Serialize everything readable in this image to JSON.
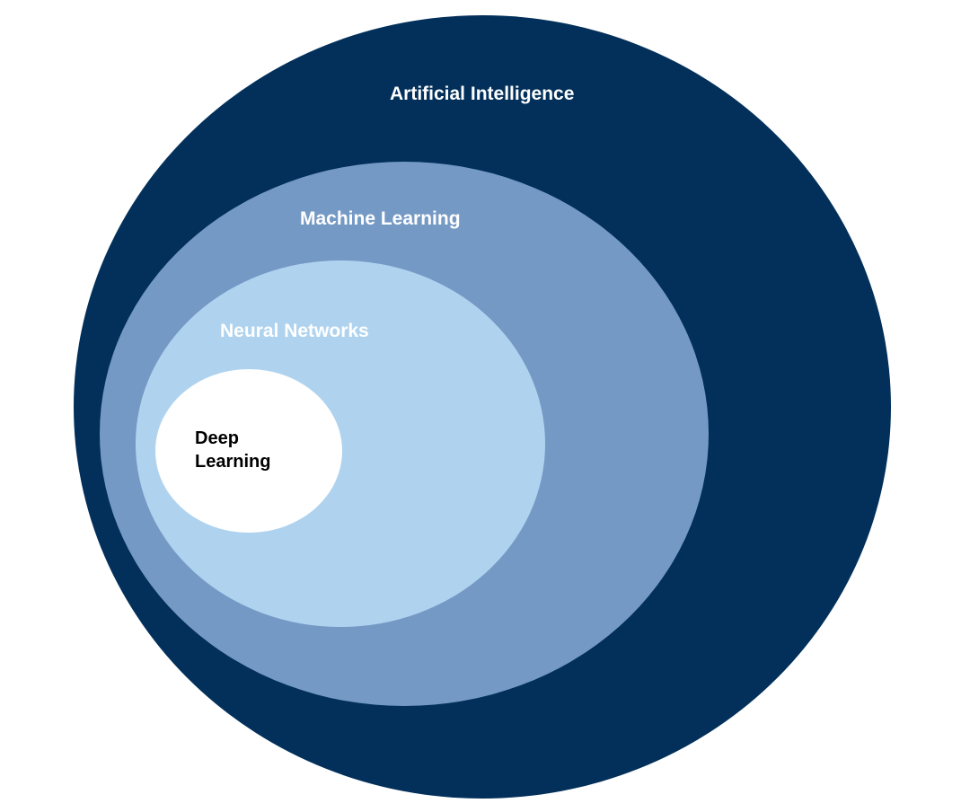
{
  "diagram": {
    "layers": [
      {
        "key": "ai",
        "label": "Artificial Intelligence",
        "color": "#02305a",
        "label_color": "#ffffff"
      },
      {
        "key": "ml",
        "label": "Machine Learning",
        "color": "#7599c5",
        "label_color": "#ffffff"
      },
      {
        "key": "nn",
        "label": "Neural Networks",
        "color": "#afd3ef",
        "label_color": "#ffffff"
      },
      {
        "key": "dl",
        "label_lines": [
          "Deep",
          "Learning"
        ],
        "color": "#ffffff",
        "label_color": "#000000"
      }
    ]
  }
}
